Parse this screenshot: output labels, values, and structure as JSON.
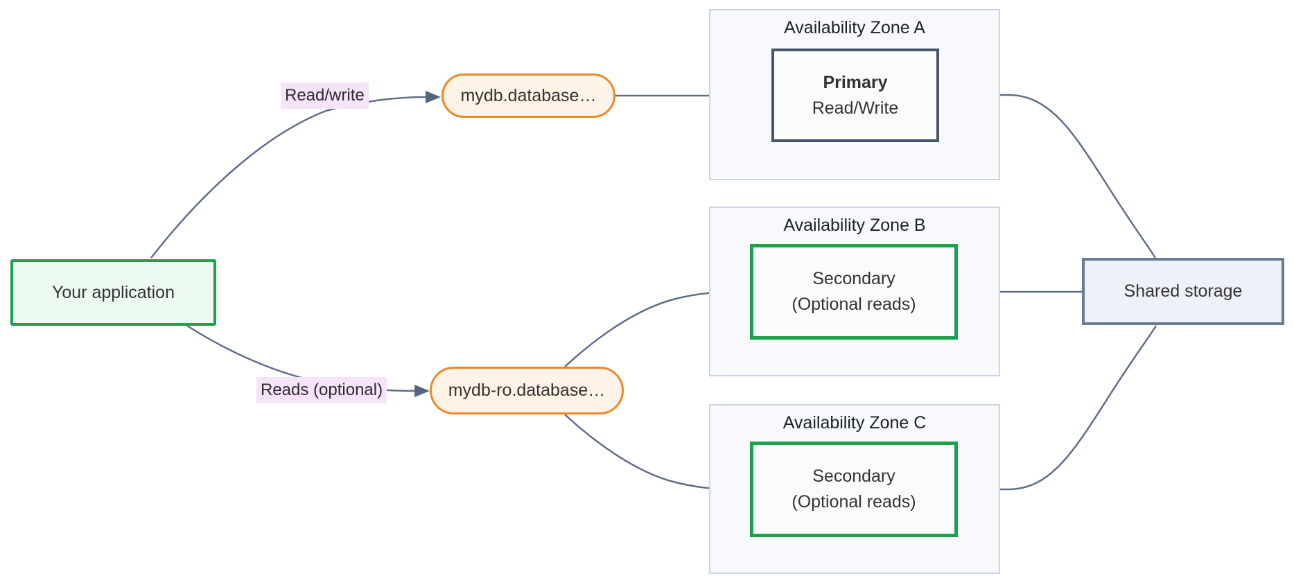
{
  "diagram": {
    "app": {
      "label": "Your application"
    },
    "edge_labels": {
      "read_write": "Read/write",
      "reads_optional": "Reads (optional)"
    },
    "endpoints": {
      "writer": {
        "label": "mydb.database…"
      },
      "reader": {
        "label": "mydb-ro.database…"
      }
    },
    "zones": [
      {
        "title": "Availability Zone A",
        "node": {
          "title": "Primary",
          "subtitle": "Read/Write",
          "role": "primary"
        }
      },
      {
        "title": "Availability Zone B",
        "node": {
          "title": "Secondary",
          "subtitle": "(Optional reads)",
          "role": "secondary"
        }
      },
      {
        "title": "Availability Zone C",
        "node": {
          "title": "Secondary",
          "subtitle": "(Optional reads)",
          "role": "secondary"
        }
      }
    ],
    "storage": {
      "label": "Shared storage"
    },
    "colors": {
      "green_border": "#1aa34a",
      "green_fill": "#edfaf1",
      "orange_border": "#ef8726",
      "orange_fill": "#fdf3e7",
      "lavender_fill": "#f5e3fa",
      "zone_border": "#c9d4e4",
      "zone_fill": "#f7f9fc",
      "node_fill": "#f9fbfd",
      "dark_border": "#45566c",
      "storage_border": "#6a7a92",
      "storage_fill": "#eef2f8",
      "edge": "#5e6e87",
      "text": "#333333"
    }
  }
}
